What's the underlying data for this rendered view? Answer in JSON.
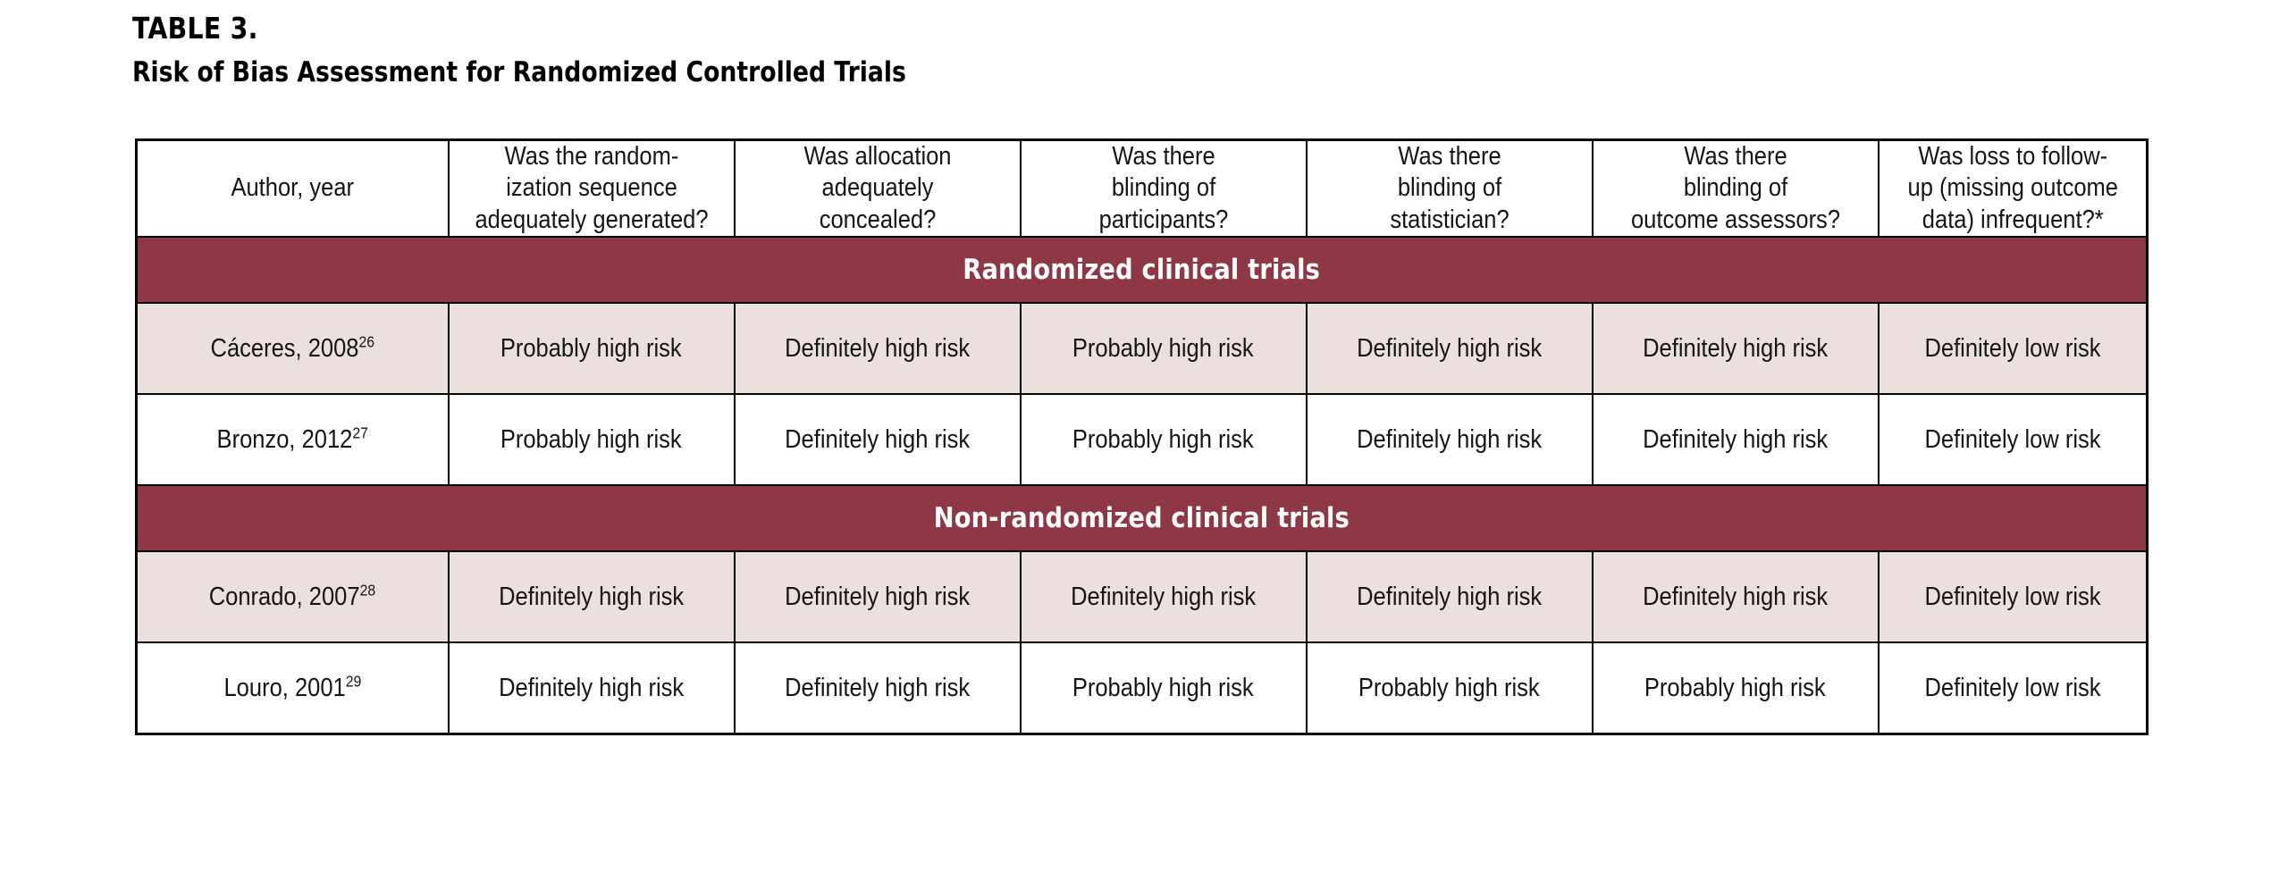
{
  "document": {
    "table_label": "TABLE 3.",
    "caption": "Risk of Bias Assessment for Randomized Controlled Trials"
  },
  "colors": {
    "section_header_bg": "#8E3745",
    "section_header_text": "#FFFFFF",
    "shaded_row_bg": "#EBE0DE",
    "plain_row_bg": "#FFFFFF",
    "border": "#000000",
    "body_text": "#151515"
  },
  "table": {
    "columns": [
      {
        "id": "author",
        "label": "Author, year"
      },
      {
        "id": "randomization",
        "label": "Was the random-\nization sequence\nadequately generated?"
      },
      {
        "id": "allocation",
        "label": "Was allocation\nadequately\nconcealed?"
      },
      {
        "id": "blind_participants",
        "label": "Was there\nblinding of\nparticipants?"
      },
      {
        "id": "blind_statistician",
        "label": "Was there\nblinding of\nstatistician?"
      },
      {
        "id": "blind_assessors",
        "label": "Was there\nblinding of\noutcome assessors?"
      },
      {
        "id": "loss_followup",
        "label": "Was loss to follow-\nup (missing outcome\ndata) infrequent?*"
      }
    ],
    "header_lines": {
      "author": [
        "Author, year"
      ],
      "randomization": [
        "Was the random-",
        "ization sequence",
        "adequately generated?"
      ],
      "allocation": [
        "Was allocation",
        "adequately",
        "concealed?"
      ],
      "blind_participants": [
        "Was there",
        "blinding of",
        "participants?"
      ],
      "blind_statistician": [
        "Was there",
        "blinding of",
        "statistician?"
      ],
      "blind_assessors": [
        "Was there",
        "blinding of",
        "outcome assessors?"
      ],
      "loss_followup": [
        "Was loss to follow-",
        "up (missing outcome",
        "data) infrequent?*"
      ]
    },
    "sections": [
      {
        "title": "Randomized clinical trials",
        "rows": [
          {
            "author_name": "Cáceres, 2008",
            "author_ref": "26",
            "shaded": true,
            "values": [
              "Probably high risk",
              "Definitely high risk",
              "Probably high risk",
              "Definitely high risk",
              "Definitely high risk",
              "Definitely low risk"
            ]
          },
          {
            "author_name": "Bronzo, 2012",
            "author_ref": "27",
            "shaded": false,
            "values": [
              "Probably high risk",
              "Definitely high risk",
              "Probably high risk",
              "Definitely high risk",
              "Definitely high risk",
              "Definitely low risk"
            ]
          }
        ]
      },
      {
        "title": "Non-randomized clinical trials",
        "rows": [
          {
            "author_name": "Conrado, 2007",
            "author_ref": "28",
            "shaded": true,
            "values": [
              "Definitely high risk",
              "Definitely high risk",
              "Definitely high risk",
              "Definitely high risk",
              "Definitely high risk",
              "Definitely low risk"
            ]
          },
          {
            "author_name": "Louro, 2001",
            "author_ref": "29",
            "shaded": false,
            "values": [
              "Definitely high risk",
              "Definitely high risk",
              "Probably high risk",
              "Probably high risk",
              "Probably high risk",
              "Definitely low risk"
            ]
          }
        ]
      }
    ]
  }
}
